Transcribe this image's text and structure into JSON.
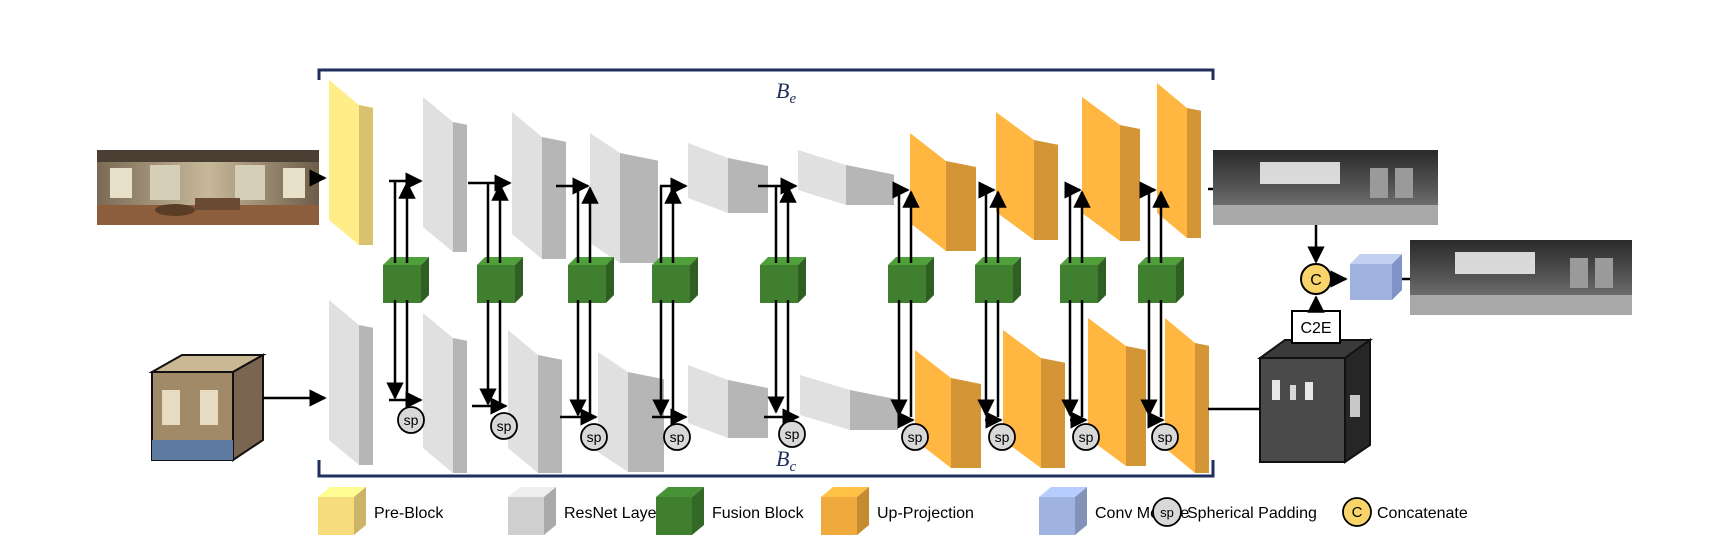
{
  "branches": {
    "equirect_label": "B",
    "equirect_subscript": "e",
    "cubemap_label": "B",
    "cubemap_subscript": "c"
  },
  "nodes": {
    "spherical_padding_symbol": "sp",
    "concatenate_symbol": "C",
    "c2e_label": "C2E"
  },
  "legend": [
    {
      "label": "Pre-Block",
      "color": "#f7dc7e"
    },
    {
      "label": "ResNet Layer",
      "color": "#cfcfcf"
    },
    {
      "label": "Fusion Block",
      "color": "#3f7f2f"
    },
    {
      "label": "Up-Projection",
      "color": "#f0a93c"
    },
    {
      "label": "Conv Module",
      "color": "#9fb2e0"
    },
    {
      "label": "Spherical Padding",
      "symbol": "sp"
    },
    {
      "label": "Concatenate",
      "symbol": "C"
    }
  ],
  "colors": {
    "pre_block": "#f7dc7e",
    "resnet": "#cfcfcf",
    "fusion": "#3f7f2f",
    "upproj": "#f0a93c",
    "conv": "#9fb2e0",
    "bracket": "#1f2f5f",
    "concat_fill": "#f9d46a"
  },
  "images": [
    "equirectangular-input-image",
    "cubemap-input-image",
    "equirectangular-depth-output",
    "final-depth-output",
    "cubemap-depth-output"
  ]
}
